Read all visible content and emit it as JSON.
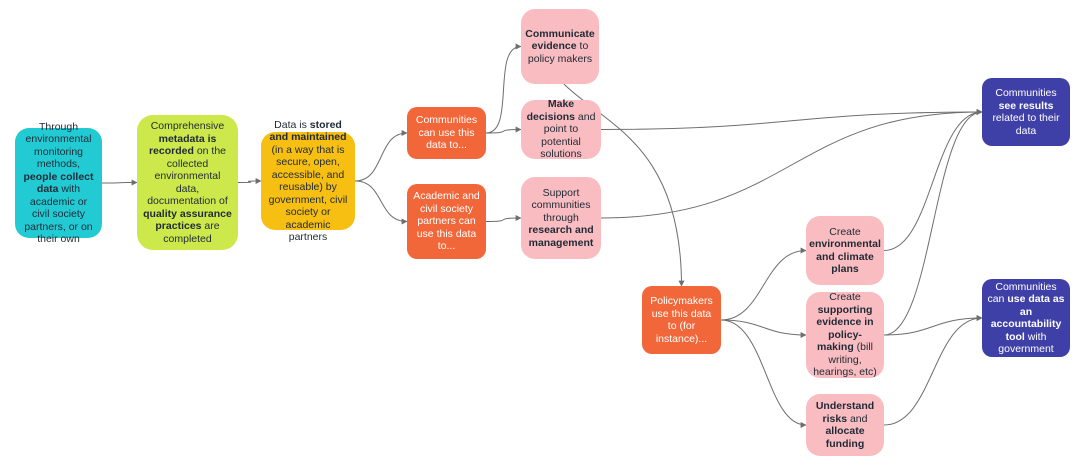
{
  "nodes": {
    "collect": [
      {
        "t": "Through environmental monitoring methods, "
      },
      {
        "t": "people collect data",
        "b": true
      },
      {
        "t": " with academic or civil society partners, or on their own"
      }
    ],
    "metadata": [
      {
        "t": "Comprehensive "
      },
      {
        "t": "metadata is recorded",
        "b": true
      },
      {
        "t": " on the collected environmental data, documentation of "
      },
      {
        "t": "quality assurance practices",
        "b": true
      },
      {
        "t": " are completed"
      }
    ],
    "stored": [
      {
        "t": "Data is "
      },
      {
        "t": "stored and maintained",
        "b": true
      },
      {
        "t": " (in a way that is secure, open, accessible, and reusable) by government, civil society or academic partners"
      }
    ],
    "communities_use": [
      {
        "t": "Communities can use this data to..."
      }
    ],
    "academic_use": [
      {
        "t": "Academic and civil society partners can use this data to..."
      }
    ],
    "communicate": [
      {
        "t": "Communicate evidence",
        "b": true
      },
      {
        "t": " to policy makers"
      }
    ],
    "decisions": [
      {
        "t": "Make decisions",
        "b": true
      },
      {
        "t": " and point to potential solutions"
      }
    ],
    "support": [
      {
        "t": "Support communities through "
      },
      {
        "t": "research and management",
        "b": true
      }
    ],
    "policymakers": [
      {
        "t": "Policymakers use this data to (for instance)..."
      }
    ],
    "climate": [
      {
        "t": "Create "
      },
      {
        "t": "environmental and climate plans",
        "b": true
      }
    ],
    "supporting": [
      {
        "t": "Create "
      },
      {
        "t": "supporting evidence in policy-making",
        "b": true
      },
      {
        "t": " (bill writing, hearings, etc)"
      }
    ],
    "risks": [
      {
        "t": "Understand risks",
        "b": true
      },
      {
        "t": " and "
      },
      {
        "t": "allocate funding",
        "b": true
      }
    ],
    "see_results": [
      {
        "t": "Communities "
      },
      {
        "t": "see results",
        "b": true
      },
      {
        "t": " related to their data"
      }
    ],
    "accountability": [
      {
        "t": "Communities can "
      },
      {
        "t": "use data as an accountability tool",
        "b": true
      },
      {
        "t": " with government"
      }
    ]
  },
  "colors": {
    "cyan": "#22cbd3",
    "lime": "#cde84a",
    "amber": "#f7bf12",
    "orange": "#f2673a",
    "pink": "#f9bcc0",
    "navy": "#3f3fa8",
    "edge": "#6e6e6e"
  },
  "edges": [
    [
      "collect",
      "metadata"
    ],
    [
      "metadata",
      "stored"
    ],
    [
      "stored",
      "communities_use"
    ],
    [
      "stored",
      "academic_use"
    ],
    [
      "communities_use",
      "communicate"
    ],
    [
      "communities_use",
      "decisions"
    ],
    [
      "academic_use",
      "support"
    ],
    [
      "communicate",
      "policymakers"
    ],
    [
      "decisions",
      "see_results"
    ],
    [
      "support",
      "see_results"
    ],
    [
      "policymakers",
      "climate"
    ],
    [
      "policymakers",
      "supporting"
    ],
    [
      "policymakers",
      "risks"
    ],
    [
      "climate",
      "see_results"
    ],
    [
      "supporting",
      "see_results"
    ],
    [
      "supporting",
      "accountability"
    ],
    [
      "risks",
      "accountability"
    ]
  ]
}
